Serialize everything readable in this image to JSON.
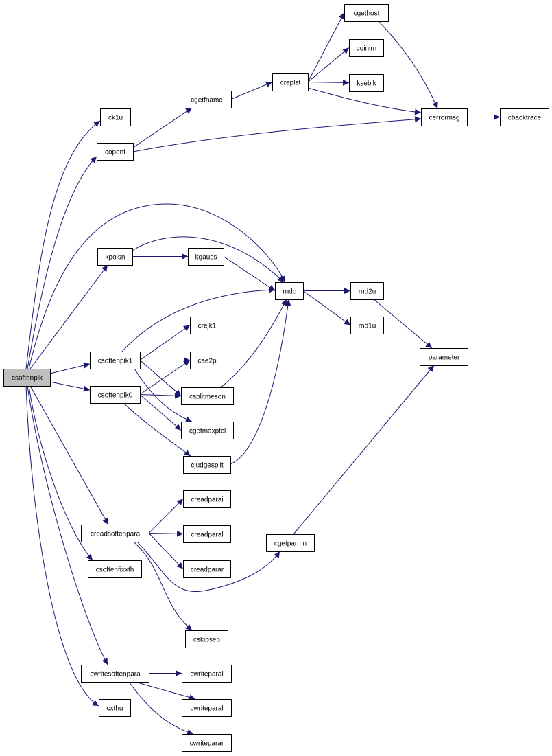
{
  "colors": {
    "edge": "#191970",
    "node_border": "#000000",
    "node_fill": "#ffffff",
    "root_fill": "#bfbfbf"
  },
  "nodes": [
    {
      "id": "csoftenpik",
      "label": "csoftenpik",
      "root": true
    },
    {
      "id": "ck1u",
      "label": "ck1u"
    },
    {
      "id": "copenf",
      "label": "copenf"
    },
    {
      "id": "cgetfname",
      "label": "cgetfname"
    },
    {
      "id": "creplst",
      "label": "creplst"
    },
    {
      "id": "cgethost",
      "label": "cgethost"
    },
    {
      "id": "cqinirn",
      "label": "cqinirn"
    },
    {
      "id": "ksebik",
      "label": "ksebik"
    },
    {
      "id": "cerrormsg",
      "label": "cerrormsg"
    },
    {
      "id": "cbacktrace",
      "label": "cbacktrace"
    },
    {
      "id": "kpoisn",
      "label": "kpoisn"
    },
    {
      "id": "kgauss",
      "label": "kgauss"
    },
    {
      "id": "rndc",
      "label": "rndc"
    },
    {
      "id": "rnd2u",
      "label": "rnd2u"
    },
    {
      "id": "rnd1u",
      "label": "rnd1u"
    },
    {
      "id": "parameter",
      "label": "parameter"
    },
    {
      "id": "csoftenpik1",
      "label": "csoftenpik1"
    },
    {
      "id": "csoftenpik0",
      "label": "csoftenpik0"
    },
    {
      "id": "crejk1",
      "label": "crejk1"
    },
    {
      "id": "cae2p",
      "label": "cae2p"
    },
    {
      "id": "csplitmeson",
      "label": "csplitmeson"
    },
    {
      "id": "cgetmaxptcl",
      "label": "cgetmaxptcl"
    },
    {
      "id": "cjudgesplit",
      "label": "cjudgesplit"
    },
    {
      "id": "creadsoftenpara",
      "label": "creadsoftenpara"
    },
    {
      "id": "creadparai",
      "label": "creadparai"
    },
    {
      "id": "creadparal",
      "label": "creadparal"
    },
    {
      "id": "creadparar",
      "label": "creadparar"
    },
    {
      "id": "csoftenfixxth",
      "label": "csoftenfixxth"
    },
    {
      "id": "cgetparmn",
      "label": "cgetparmn"
    },
    {
      "id": "cskipsep",
      "label": "cskipsep"
    },
    {
      "id": "cwritesoftenpara",
      "label": "cwritesoftenpara"
    },
    {
      "id": "cwriteparai",
      "label": "cwriteparai"
    },
    {
      "id": "cwriteparal",
      "label": "cwriteparal"
    },
    {
      "id": "cwriteparar",
      "label": "cwriteparar"
    },
    {
      "id": "cxthu",
      "label": "cxthu"
    }
  ],
  "edges": [
    {
      "from": "csoftenpik",
      "to": "ck1u"
    },
    {
      "from": "csoftenpik",
      "to": "copenf"
    },
    {
      "from": "csoftenpik",
      "to": "rndc"
    },
    {
      "from": "csoftenpik",
      "to": "kpoisn"
    },
    {
      "from": "csoftenpik",
      "to": "csoftenpik1"
    },
    {
      "from": "csoftenpik",
      "to": "csoftenpik0"
    },
    {
      "from": "csoftenpik",
      "to": "creadsoftenpara"
    },
    {
      "from": "csoftenpik",
      "to": "csoftenfixxth"
    },
    {
      "from": "csoftenpik",
      "to": "cwritesoftenpara"
    },
    {
      "from": "csoftenpik",
      "to": "cxthu"
    },
    {
      "from": "copenf",
      "to": "cgetfname"
    },
    {
      "from": "copenf",
      "to": "cerrormsg"
    },
    {
      "from": "cgetfname",
      "to": "creplst"
    },
    {
      "from": "creplst",
      "to": "cgethost"
    },
    {
      "from": "creplst",
      "to": "cqinirn"
    },
    {
      "from": "creplst",
      "to": "ksebik"
    },
    {
      "from": "creplst",
      "to": "cerrormsg"
    },
    {
      "from": "cgethost",
      "to": "cerrormsg"
    },
    {
      "from": "cerrormsg",
      "to": "cbacktrace"
    },
    {
      "from": "kpoisn",
      "to": "rndc"
    },
    {
      "from": "kpoisn",
      "to": "kgauss"
    },
    {
      "from": "kgauss",
      "to": "rndc"
    },
    {
      "from": "rndc",
      "to": "rnd2u"
    },
    {
      "from": "rndc",
      "to": "rnd1u"
    },
    {
      "from": "rnd2u",
      "to": "parameter"
    },
    {
      "from": "csoftenpik1",
      "to": "rndc"
    },
    {
      "from": "csoftenpik1",
      "to": "crejk1"
    },
    {
      "from": "csoftenpik1",
      "to": "cae2p"
    },
    {
      "from": "csoftenpik1",
      "to": "csplitmeson"
    },
    {
      "from": "csoftenpik1",
      "to": "cgetmaxptcl"
    },
    {
      "from": "csoftenpik0",
      "to": "cae2p"
    },
    {
      "from": "csoftenpik0",
      "to": "csplitmeson"
    },
    {
      "from": "csoftenpik0",
      "to": "cgetmaxptcl"
    },
    {
      "from": "csoftenpik0",
      "to": "cjudgesplit"
    },
    {
      "from": "csplitmeson",
      "to": "rndc"
    },
    {
      "from": "cjudgesplit",
      "to": "rndc"
    },
    {
      "from": "creadsoftenpara",
      "to": "creadparai"
    },
    {
      "from": "creadsoftenpara",
      "to": "creadparal"
    },
    {
      "from": "creadsoftenpara",
      "to": "creadparar"
    },
    {
      "from": "creadsoftenpara",
      "to": "cgetparmn"
    },
    {
      "from": "creadsoftenpara",
      "to": "cskipsep"
    },
    {
      "from": "cgetparmn",
      "to": "parameter"
    },
    {
      "from": "cwritesoftenpara",
      "to": "cwriteparai"
    },
    {
      "from": "cwritesoftenpara",
      "to": "cwriteparal"
    },
    {
      "from": "cwritesoftenpara",
      "to": "cwriteparar"
    }
  ]
}
